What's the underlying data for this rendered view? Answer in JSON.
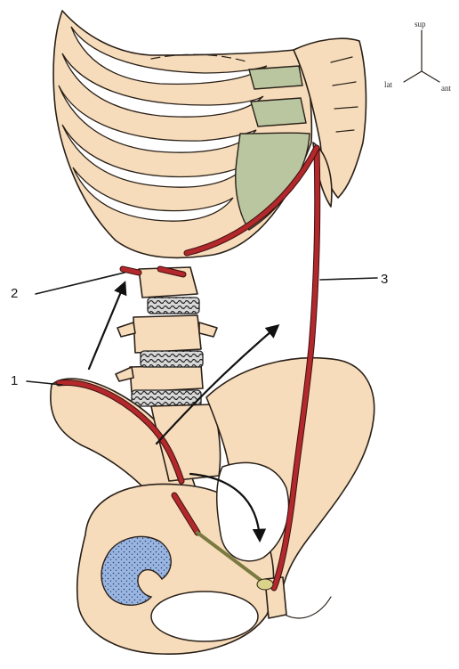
{
  "labels": {
    "label_1": "1",
    "label_2": "2",
    "label_3": "3"
  },
  "orientation": {
    "up": "sup",
    "left": "lat",
    "right": "ant"
  },
  "colors": {
    "bone": "#f6dcbb",
    "muscle": "#b3282b",
    "cartilage": "#b9c6a0",
    "acetabulum": "#9ab6e0",
    "disc": "#4a4a4a"
  }
}
